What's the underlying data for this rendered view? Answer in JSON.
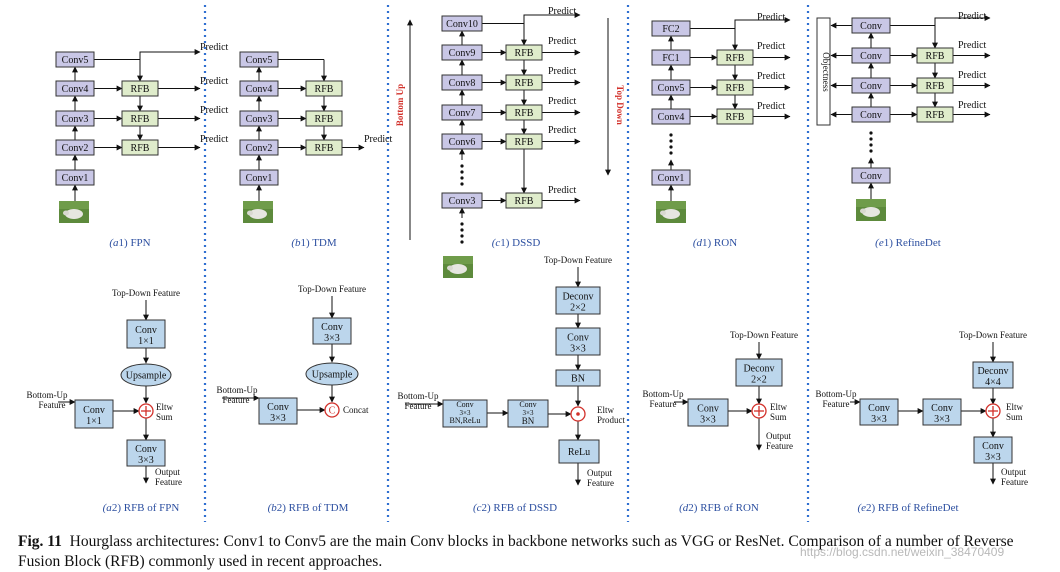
{
  "caption": {
    "fig": "Fig. 11",
    "text": "Hourglass architectures: Conv1 to Conv5 are the main Conv blocks in backbone networks such as VGG or ResNet. Comparison of a number of Reverse Fusion Block (RFB) commonly used in recent approaches."
  },
  "watermark": "https://blog.csdn.net/weixin_38470409",
  "colors": {
    "conv": "#c9c7e6",
    "rfb": "#dfeccb",
    "rfbblock": "#bcd6ec",
    "accent": "#d2302a",
    "divider": "#2f6fd1"
  },
  "labels": {
    "conv1": "Conv1",
    "conv2": "Conv2",
    "conv3": "Conv3",
    "conv4": "Conv4",
    "conv5": "Conv5",
    "conv6": "Conv6",
    "conv7": "Conv7",
    "conv8": "Conv8",
    "conv9": "Conv9",
    "conv10": "Conv10",
    "fc1": "FC1",
    "fc2": "FC2",
    "conv": "Conv",
    "rfb": "RFB",
    "predict": "Predict",
    "objectness": "Objectness",
    "bottom_up": "Bottom Up",
    "top_down": "Top Down"
  },
  "panels_top": [
    {
      "tag": "(a1)",
      "name": "FPN"
    },
    {
      "tag": "(b1)",
      "name": "TDM"
    },
    {
      "tag": "(c1)",
      "name": "DSSD"
    },
    {
      "tag": "(d1)",
      "name": "RON"
    },
    {
      "tag": "(e1)",
      "name": "RefineDet"
    }
  ],
  "panels_bottom": [
    {
      "tag": "(a2)",
      "name": "RFB of FPN"
    },
    {
      "tag": "(b2)",
      "name": "RFB of TDM"
    },
    {
      "tag": "(c2)",
      "name": "RFB of DSSD"
    },
    {
      "tag": "(d2)",
      "name": "RFB of RON"
    },
    {
      "tag": "(e2)",
      "name": "RFB of RefineDet"
    }
  ],
  "rfb_text": {
    "top_down": "Top-Down Feature",
    "bottom_up": "Bottom-Up",
    "feature": "Feature",
    "output": "Output",
    "conv": "Conv",
    "k1": "1×1",
    "k3": "3×3",
    "k2": "2×2",
    "k4": "4×4",
    "upsample": "Upsample",
    "deconv": "Deconv",
    "bn": "BN",
    "bnrelu": "BN,ReLu",
    "relu": "ReLu",
    "eltw": "Eltw",
    "sum": "Sum",
    "product": "Product",
    "concat": "Concat"
  }
}
